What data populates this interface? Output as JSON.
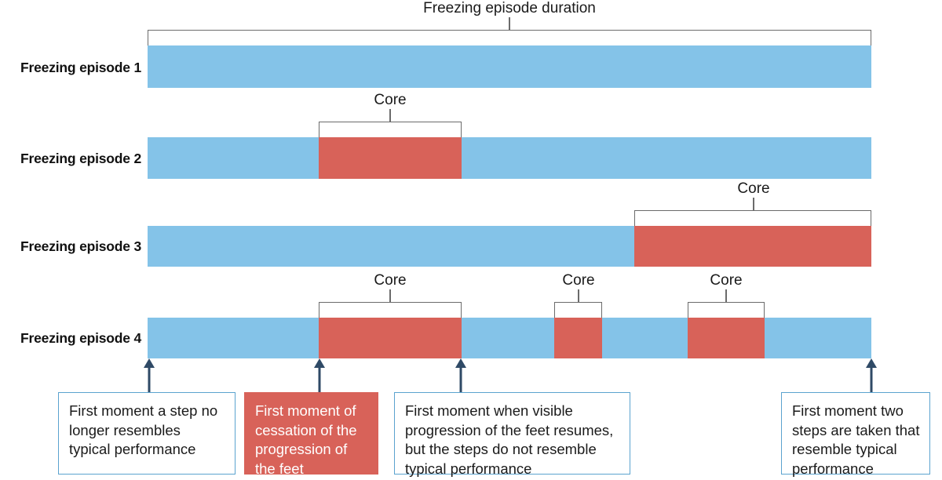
{
  "figure": {
    "title": "Freezing episode duration",
    "colors": {
      "episode_blue": "#84c3e8",
      "core_red": "#d86259",
      "bracket_gray": "#6b6b6b",
      "arrow_navy": "#2f4a66",
      "callout_border_blue": "#5ba3cf"
    }
  },
  "top_bracket": {
    "label": "Freezing episode duration"
  },
  "rows": [
    {
      "label": "Freezing episode 1",
      "cores": []
    },
    {
      "label": "Freezing episode 2",
      "cores": [
        {
          "label": "Core"
        }
      ]
    },
    {
      "label": "Freezing episode 3",
      "cores": [
        {
          "label": "Core"
        }
      ]
    },
    {
      "label": "Freezing episode 4",
      "cores": [
        {
          "label": "Core"
        },
        {
          "label": "Core"
        },
        {
          "label": "Core"
        }
      ]
    }
  ],
  "callouts": [
    {
      "text": "First moment a step no longer resembles typical performance",
      "style": "outline"
    },
    {
      "text": "First moment of cessation of the progression of the feet",
      "style": "filled"
    },
    {
      "text": "First moment when visible progression of the feet resumes, but the steps do not resemble typical performance",
      "style": "outline"
    },
    {
      "text": "First moment two steps are taken that resemble typical performance",
      "style": "outline"
    }
  ]
}
